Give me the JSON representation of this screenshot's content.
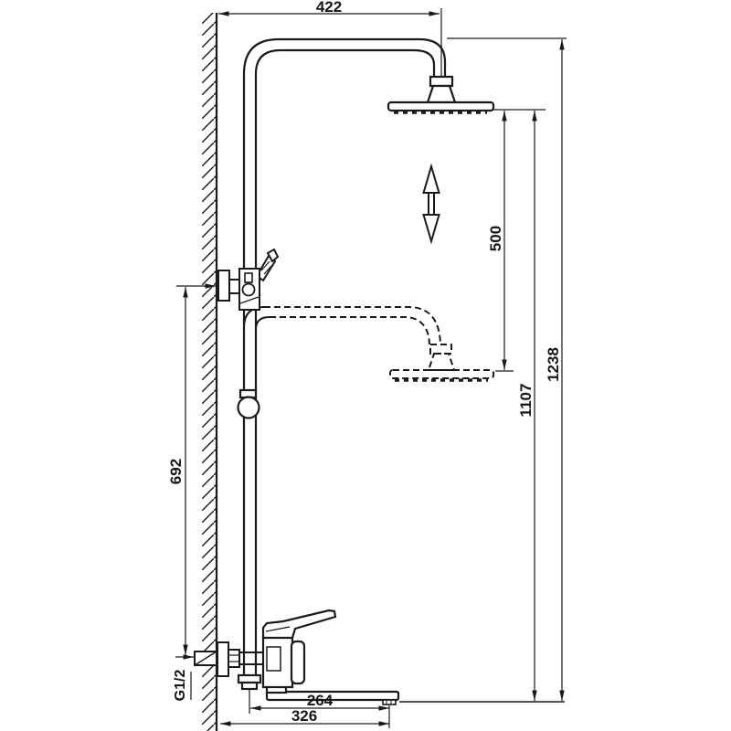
{
  "drawing": {
    "labels": {
      "arm_reach": "422",
      "head_height_adjust": "500",
      "head_to_spout": "1107",
      "overall_height": "1238",
      "bracket_height": "692",
      "inlet_thread": "G1/2",
      "spout_reach": "264",
      "spout_overall": "326"
    },
    "colors": {
      "line": "#1a1a1a",
      "background": "#ffffff"
    }
  }
}
